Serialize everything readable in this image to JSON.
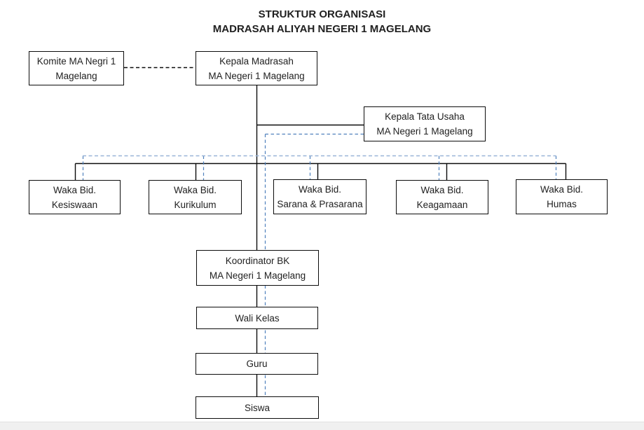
{
  "title": {
    "line1": "STRUKTUR ORGANISASI",
    "line2": "MADRASAH ALIYAH NEGERI 1 MAGELANG"
  },
  "nodes": {
    "komite": {
      "line1": "Komite MA Negri 1",
      "line2": "Magelang"
    },
    "kepala_madrasah": {
      "line1": "Kepala Madrasah",
      "line2": "MA Negeri 1 Magelang"
    },
    "kepala_tata_usaha": {
      "line1": "Kepala Tata Usaha",
      "line2": "MA Negeri 1 Magelang"
    },
    "waka_kesiswaan": {
      "line1": "Waka Bid.",
      "line2": "Kesiswaan"
    },
    "waka_kurikulum": {
      "line1": "Waka Bid.",
      "line2": "Kurikulum"
    },
    "waka_sarana": {
      "line1": "Waka Bid.",
      "line2": "Sarana & Prasarana"
    },
    "waka_keagamaan": {
      "line1": "Waka Bid.",
      "line2": "Keagamaan"
    },
    "waka_humas": {
      "line1": "Waka Bid.",
      "line2": "Humas"
    },
    "koordinator_bk": {
      "line1": "Koordinator BK",
      "line2": "MA Negeri 1 Magelang"
    },
    "wali_kelas": {
      "line1": "Wali Kelas"
    },
    "guru": {
      "line1": "Guru"
    },
    "siswa": {
      "line1": "Siswa"
    }
  },
  "edges": [
    {
      "from": "komite",
      "to": "kepala_madrasah",
      "style": "dashed-black"
    },
    {
      "from": "kepala_madrasah",
      "to": "kepala_tata_usaha",
      "style": "solid"
    },
    {
      "from": "kepala_madrasah",
      "to": "waka_kesiswaan",
      "style": "solid"
    },
    {
      "from": "kepala_madrasah",
      "to": "waka_kurikulum",
      "style": "solid"
    },
    {
      "from": "kepala_madrasah",
      "to": "waka_sarana",
      "style": "solid"
    },
    {
      "from": "kepala_madrasah",
      "to": "waka_keagamaan",
      "style": "solid"
    },
    {
      "from": "kepala_madrasah",
      "to": "waka_humas",
      "style": "solid"
    },
    {
      "from": "kepala_tata_usaha",
      "to": "waka_kesiswaan",
      "style": "dashed-blue"
    },
    {
      "from": "kepala_tata_usaha",
      "to": "waka_kurikulum",
      "style": "dashed-blue"
    },
    {
      "from": "kepala_tata_usaha",
      "to": "waka_sarana",
      "style": "dashed-blue"
    },
    {
      "from": "kepala_tata_usaha",
      "to": "waka_keagamaan",
      "style": "dashed-blue"
    },
    {
      "from": "kepala_tata_usaha",
      "to": "waka_humas",
      "style": "dashed-blue"
    },
    {
      "from": "kepala_madrasah",
      "to": "koordinator_bk",
      "style": "solid"
    },
    {
      "from": "kepala_tata_usaha",
      "to": "koordinator_bk",
      "style": "dashed-blue"
    },
    {
      "from": "koordinator_bk",
      "to": "wali_kelas",
      "style": "solid"
    },
    {
      "from": "wali_kelas",
      "to": "guru",
      "style": "solid"
    },
    {
      "from": "guru",
      "to": "siswa",
      "style": "solid"
    }
  ],
  "colors": {
    "connector_black": "#0c0c0c",
    "connector_blue": "#4f81bd",
    "connector_blue_light": "#9ab5d8",
    "box_border": "#0c0c0c",
    "bottom_strip": "#f0f0f0"
  }
}
